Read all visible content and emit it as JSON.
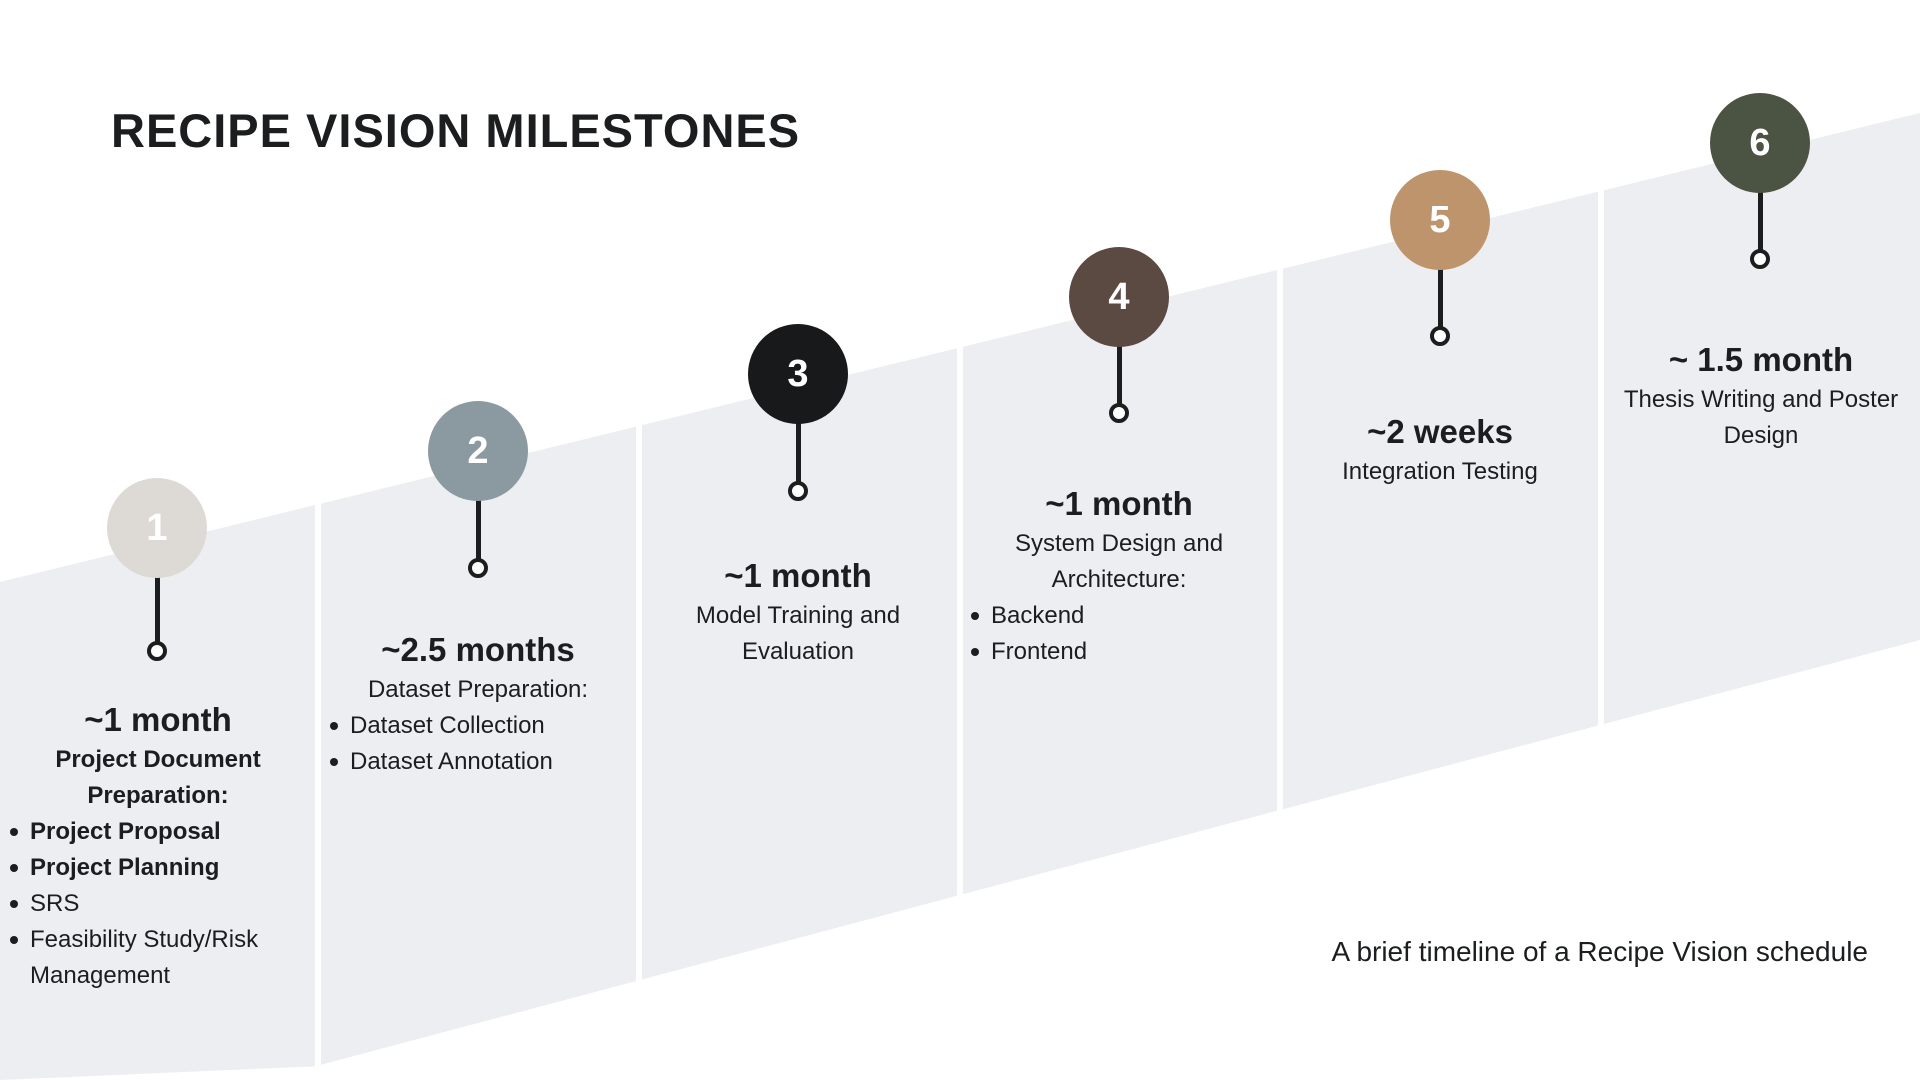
{
  "title": "RECIPE VISION MILESTONES",
  "caption": "A brief timeline of a Recipe Vision schedule",
  "colors": {
    "panel": "#eceef1",
    "ink": "#1b1d1f"
  },
  "milestones": [
    {
      "number": "1",
      "color": "#dddad6",
      "duration": "~1 month",
      "lead": "Project Document Preparation:",
      "lead_bold": true,
      "bullets": [
        {
          "text": "Project Proposal",
          "bold": true
        },
        {
          "text": "Project Planning",
          "bold": true
        },
        {
          "text": "SRS",
          "bold": false
        },
        {
          "text": "Feasibility Study/Risk Management",
          "bold": false
        }
      ]
    },
    {
      "number": "2",
      "color": "#8b9aa1",
      "duration": "~2.5 months",
      "lead": "Dataset Preparation:",
      "lead_bold": false,
      "bullets": [
        {
          "text": "Dataset Collection",
          "bold": false
        },
        {
          "text": "Dataset Annotation",
          "bold": false
        }
      ]
    },
    {
      "number": "3",
      "color": "#18191b",
      "duration": "~1 month",
      "lead": "Model Training and Evaluation",
      "lead_bold": false,
      "bullets": []
    },
    {
      "number": "4",
      "color": "#5b4a41",
      "duration": "~1 month",
      "lead": "System Design and Architecture:",
      "lead_bold": false,
      "bullets": [
        {
          "text": "Backend",
          "bold": false
        },
        {
          "text": "Frontend",
          "bold": false
        }
      ]
    },
    {
      "number": "5",
      "color": "#be946c",
      "duration": "~2 weeks",
      "lead": "Integration Testing",
      "lead_bold": false,
      "bullets": []
    },
    {
      "number": "6",
      "color": "#4b5443",
      "duration": "~ 1.5 month",
      "lead": "Thesis Writing and Poster Design",
      "lead_bold": false,
      "bullets": []
    }
  ]
}
